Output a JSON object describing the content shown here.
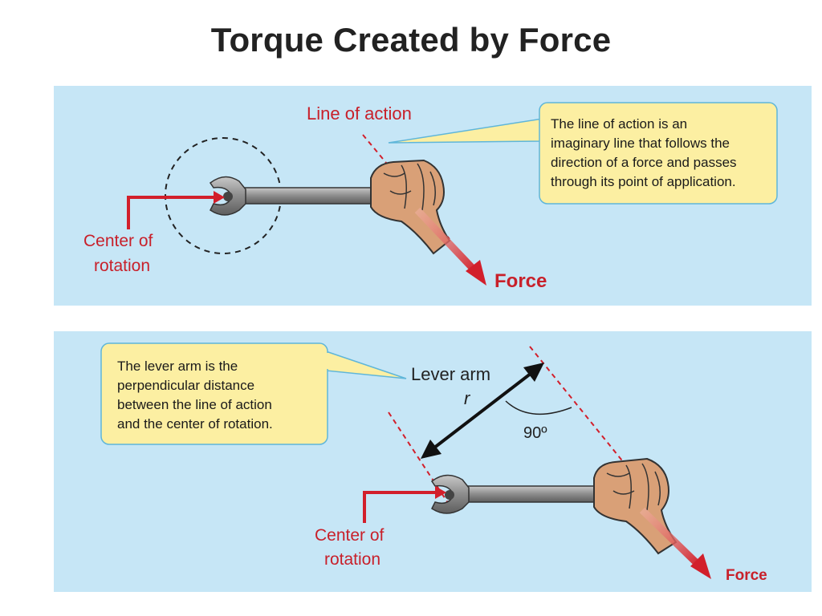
{
  "title": "Torque Created by Force",
  "panel1": {
    "line_of_action_label": "Line of action",
    "callout_lines": [
      "The line of action is an",
      "imaginary line that follows the",
      "direction of a force and passes",
      "through its point of application."
    ],
    "center_label_line1": "Center of",
    "center_label_line2": "rotation",
    "force_label": "Force"
  },
  "panel2": {
    "callout_lines": [
      "The lever arm is the",
      "perpendicular distance",
      "between the line of action",
      "and the center of rotation."
    ],
    "lever_arm_label": "Lever arm",
    "r_label": "r",
    "angle_label": "90º",
    "center_label_line1": "Center of",
    "center_label_line2": "rotation",
    "force_label": "Force"
  },
  "colors": {
    "panel_bg": "#c6e6f6",
    "callout_bg": "#fcefa2",
    "callout_border": "#5fb6d9",
    "accent_red": "#d21f2b",
    "skin": "#d9a077"
  }
}
